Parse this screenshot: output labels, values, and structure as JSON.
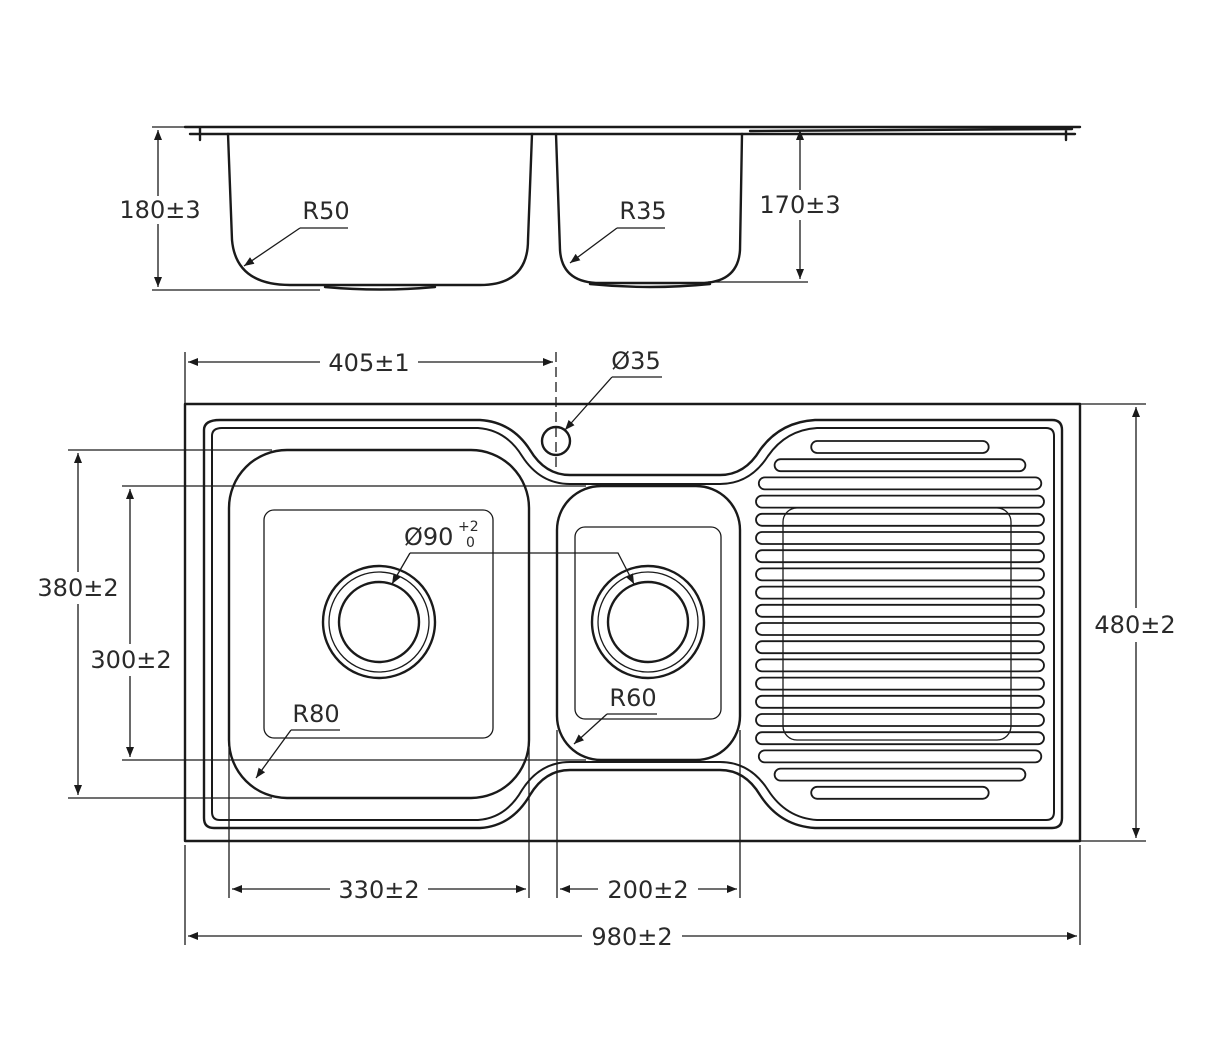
{
  "side_view": {
    "left_bowl_depth": "180±3",
    "right_bowl_depth": "170±3",
    "left_bowl_radius": "R50",
    "right_bowl_radius": "R35"
  },
  "plan_view": {
    "tap_hole_offset": "405±1",
    "tap_hole_diameter": "Ø35",
    "waste_diameter": "Ø90",
    "waste_tol_upper": "+2",
    "waste_tol_lower": "0",
    "large_bowl_length": "380±2",
    "small_bowl_length": "300±2",
    "overall_depth": "480±2",
    "large_bowl_radius": "R80",
    "small_bowl_radius": "R60",
    "large_bowl_width": "330±2",
    "small_bowl_width": "200±2",
    "overall_width": "980±2"
  },
  "colors": {
    "line": "#1a1a1a",
    "text": "#2a2a2a",
    "background": "#ffffff"
  }
}
